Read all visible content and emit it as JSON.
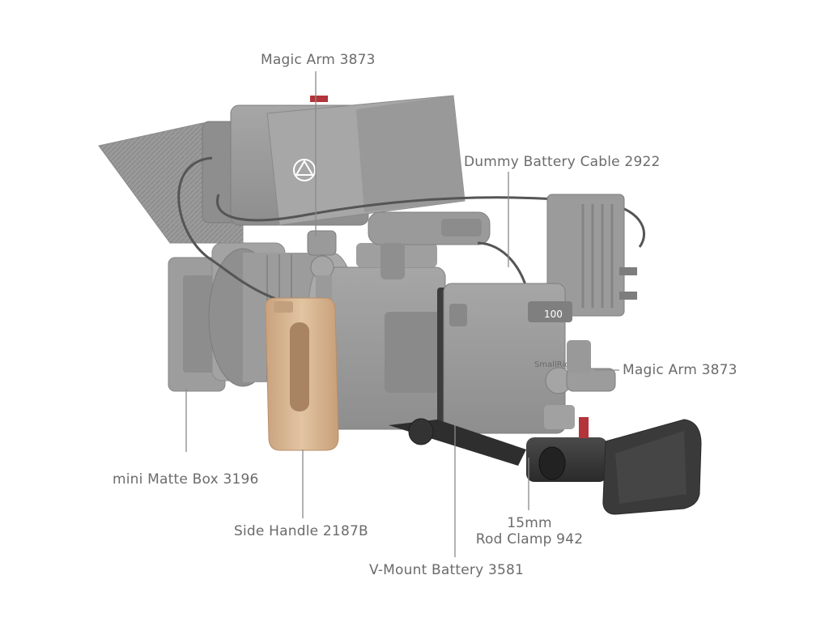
{
  "callouts": {
    "magic_arm_top": "Magic Arm 3873",
    "dummy_battery_cable": "Dummy Battery Cable 2922",
    "magic_arm_right": "Magic Arm 3873",
    "mini_matte_box": "mini Matte Box 3196",
    "side_handle": "Side Handle 2187B",
    "rod_clamp_line1": "15mm",
    "rod_clamp_line2": "Rod Clamp 942",
    "vmount_battery": "V-Mount Battery 3581"
  },
  "product_markings": {
    "monitor_hood_logo": "atomos-logo",
    "battery_brand": "SmallRig",
    "battery_display": "100"
  },
  "colors": {
    "background": "#ffffff",
    "callout_text": "#6b6b6b",
    "leader_line": "#8a8a8a",
    "wood_handle": "#d9b896",
    "accent_red": "#b3343a"
  }
}
